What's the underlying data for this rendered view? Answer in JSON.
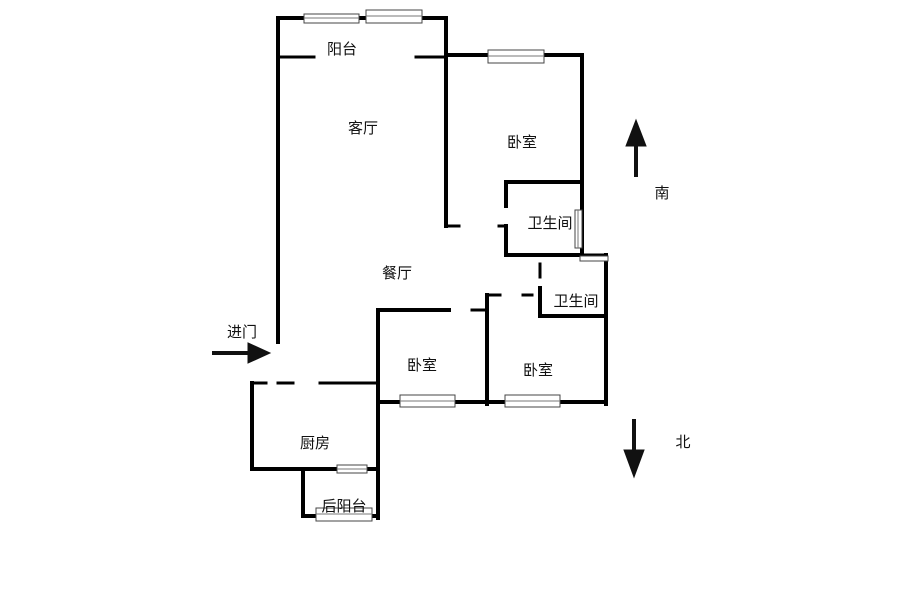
{
  "rooms": {
    "balcony": "阳台",
    "living_room": "客厅",
    "bedroom_main": "卧室",
    "bathroom_1": "卫生间",
    "dining_room": "餐厅",
    "bathroom_2": "卫生间",
    "bedroom_2": "卧室",
    "bedroom_3": "卧室",
    "kitchen": "厨房",
    "rear_balcony": "后阳台"
  },
  "entrance": "进门",
  "compass": {
    "south": "南",
    "north": "北"
  }
}
